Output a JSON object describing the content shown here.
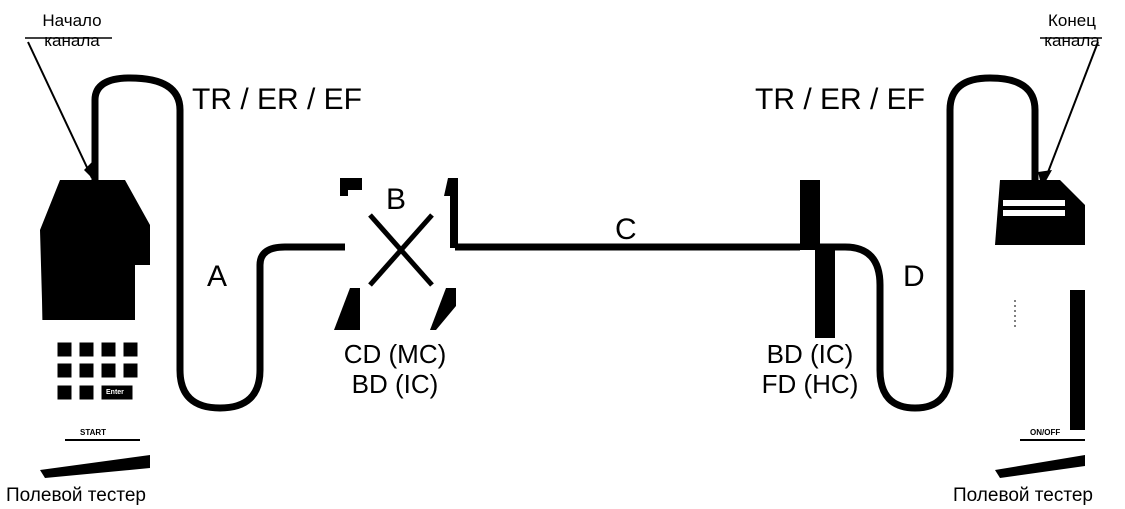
{
  "callouts": {
    "start_line1": "Начало",
    "start_line2": "канала",
    "end_line1": "Конец",
    "end_line2": "канала"
  },
  "link_labels": {
    "left": "TR / ER / EF",
    "right": "TR / ER / EF"
  },
  "segments": {
    "a": "A",
    "b": "B",
    "c": "C",
    "d": "D"
  },
  "nodes": {
    "left_line1": "CD (MC)",
    "left_line2": "BD (IC)",
    "right_line1": "BD (IC)",
    "right_line2": "FD (HC)"
  },
  "testers": {
    "left_caption": "Полевой тестер",
    "right_caption": "Полевой тестер",
    "left_start_label": "START",
    "right_onoff_label": "ON/OFF",
    "left_keys": [
      "",
      "",
      "",
      "",
      "",
      "",
      "",
      "",
      "",
      "",
      "Enter"
    ]
  }
}
